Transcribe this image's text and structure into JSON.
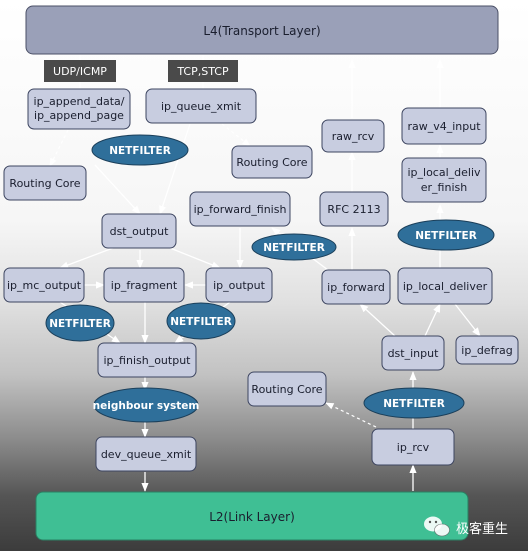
{
  "layers": {
    "top": "L4(Transport Layer)",
    "bottom": "L2(Link Layer)"
  },
  "protocol_tags": {
    "udp": "UDP/ICMP",
    "tcp": "TCP,STCP"
  },
  "nodes": {
    "ip_append": [
      "ip_append_data/",
      "ip_append_page"
    ],
    "ip_queue_xmit": "ip_queue_xmit",
    "routing_core_left": "Routing Core",
    "routing_core_mid": "Routing Core",
    "routing_core_bottom": "Routing Core",
    "dst_output": "dst_output",
    "ip_forward_finish": "ip_forward_finish",
    "ip_mc_output": "ip_mc_output",
    "ip_fragment": "ip_fragment",
    "ip_output": "ip_output",
    "ip_finish_output": "ip_finish_output",
    "dev_queue_xmit": "dev_queue_xmit",
    "raw_rcv": "raw_rcv",
    "raw_v4_input": "raw_v4_input",
    "ip_local_deliver_finish": [
      "ip_local_deliv",
      "er_finish"
    ],
    "rfc_2113": "RFC 2113",
    "ip_forward": "ip_forward",
    "ip_local_deliver": "ip_local_deliver",
    "dst_input": "dst_input",
    "ip_defrag": "ip_defrag",
    "ip_rcv": "ip_rcv"
  },
  "hooks": {
    "netfilter_label": "NETFILTER",
    "neighbour": "neighbour system"
  },
  "watermark": {
    "text": "极客重生",
    "icon": "wechat-icon"
  },
  "colors": {
    "box_fill": "#c8cde0",
    "layer_top_fill": "#9aa0b8",
    "layer_bottom_fill": "#3fbf94",
    "netfilter_fill": "#2f6f9a",
    "arrow": "#ffffff"
  }
}
